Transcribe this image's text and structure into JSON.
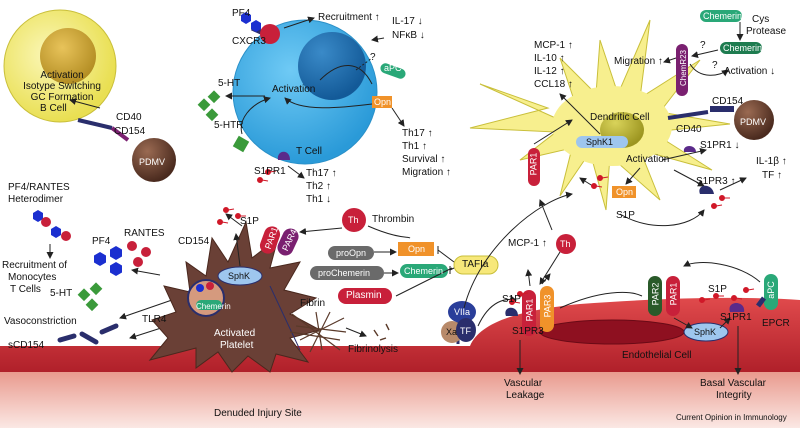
{
  "colors": {
    "tissue": "#b8202a",
    "tissue_light": "#d73a3f",
    "platelet": "#6a4036",
    "tcell": "#3aaee8",
    "bcell": "#f4ed7c",
    "dendritic": "#f7ef8e",
    "nucleus": "#c9c23a",
    "pdmv": "#5a3a2a",
    "receptor_red": "#c8203a",
    "receptor_purple": "#7a2070",
    "receptor_navy": "#2a2e6c",
    "opn_orange": "#f0922a",
    "chemerin_green": "#2aa878",
    "tafia_yellow": "#f7e87a",
    "sphk_blue": "#9ec6ee",
    "s1p_red": "#d01828",
    "ht_green": "#3a9a3a"
  },
  "bcell": {
    "line1": "Activation",
    "line2": "Isotype Switching",
    "line3": "GC Formation",
    "name": "B Cell"
  },
  "bcell_receptors": {
    "cd40": "CD40",
    "cd154": "CD154",
    "pdmv": "PDMV"
  },
  "tcell": {
    "name": "T Cell",
    "activation": "Activation",
    "pf4": "PF4",
    "cxcr3": "CXCR3",
    "recruitment": "Recruitment ↑",
    "ht5": "5-HT",
    "htr5": "5-HTR",
    "il17": "IL-17 ↓",
    "nfkb": "NFκB ↓",
    "question": "?",
    "apc": "aPC",
    "opn": "Opn",
    "th17_up": "Th17 ↑",
    "th1_up": "Th1 ↑",
    "survival": "Survival ↑",
    "migration": "Migration ↑",
    "s1pr1": "S1PR1",
    "th17b": "Th17 ↑",
    "th2": "Th2 ↑",
    "th1_down": "Th1 ↓"
  },
  "dendritic": {
    "name": "Dendritic Cell",
    "mcp1": "MCP-1 ↑",
    "il10": "IL-10 ↑",
    "il12": "IL-12 ↑",
    "ccl18": "CCL18 ↑",
    "chemerin_top": "Chemerin",
    "cys": "Cys",
    "protease": "Protease",
    "chemerin_mid": "Chemerin",
    "migration": "Migration ↑",
    "activation_down": "Activation ↓",
    "chemr23": "ChemR23",
    "q1": "?",
    "q2": "?",
    "cd154": "CD154",
    "cd40": "CD40",
    "pdmv": "PDMV",
    "par1": "PAR1",
    "sphk1": "SphK1",
    "activation": "Activation",
    "opn": "Opn",
    "s1pr1": "S1PR1 ↓",
    "s1pr3": "S1PR3 ↑",
    "il1b": "IL-1β ↑",
    "tf": "TF ↑",
    "s1p": "S1P"
  },
  "left_panel": {
    "heterodimer1": "PF4/RANTES",
    "heterodimer2": "Heterodimer",
    "recruit1": "Recruitment of",
    "recruit2": "Monocytes",
    "recruit3": "T Cells",
    "pf4": "PF4",
    "rantes": "RANTES",
    "cd154": "CD154",
    "ht5": "5-HT",
    "tlr4": "TLR4",
    "vasoconstriction": "Vasoconstriction",
    "scd154": "sCD154"
  },
  "platelet": {
    "line1": "Activated",
    "line2": "Platelet",
    "s1p": "S1P",
    "par1": "PAR1",
    "par4": "PAR4",
    "sphk": "SphK",
    "chemerin": "Chemerin"
  },
  "coag": {
    "th": "Th",
    "thrombin": "Thrombin",
    "proopn": "proOpn",
    "opn": "Opn",
    "prochemerin": "proChemerin",
    "chemerin": "Chemerin",
    "tafia": "TAFIa",
    "plasmin": "Plasmin",
    "fibrin": "Fibrin",
    "fibrinolysis": "Fibrinolysis"
  },
  "endothelial": {
    "mcp1": "MCP-1 ↑",
    "th": "Th",
    "s1p_left": "S1P",
    "par1_left": "PAR1",
    "par3": "PAR3",
    "s1pr3": "S1PR3",
    "viia": "VIIa",
    "xa": "Xa",
    "tf": "TF",
    "vascular1": "Vascular",
    "vascular2": "Leakage",
    "par2": "PAR2",
    "par1_right": "PAR1",
    "apc": "aPC",
    "s1p_right": "S1P",
    "sphk": "SphK",
    "s1pr1": "S1PR1",
    "epcr": "EPCR",
    "cell": "Endothelial Cell",
    "basal1": "Basal Vascular",
    "basal2": "Integrity"
  },
  "footer": {
    "site": "Denuded Injury Site",
    "credit": "Current Opinion in Immunology"
  }
}
